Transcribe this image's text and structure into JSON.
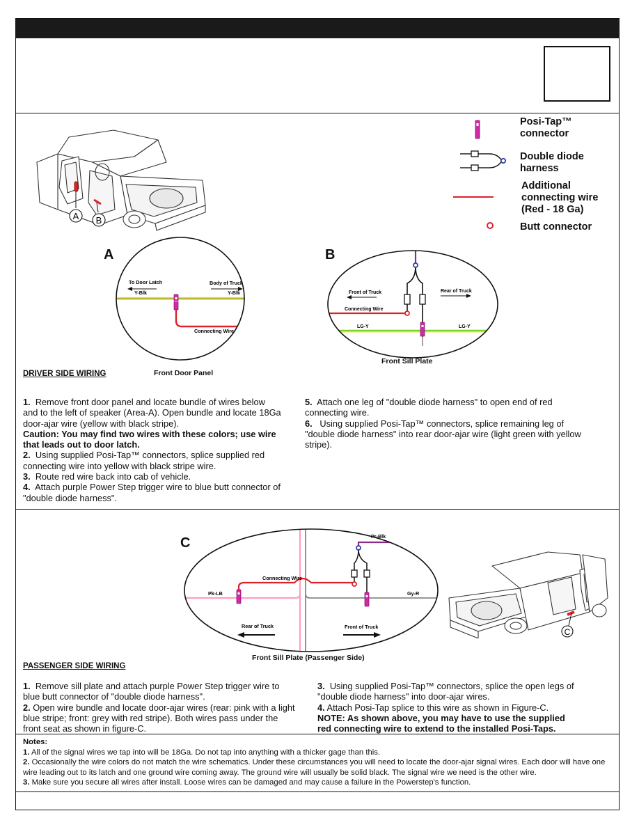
{
  "legend": {
    "posi_tap": [
      "Posi-Tap™",
      "connector"
    ],
    "double_diode": [
      "Double diode",
      "harness"
    ],
    "additional_wire": [
      "Additional",
      "connecting wire",
      "(Red - 18 Ga)"
    ],
    "butt_connector": "Butt connector"
  },
  "truck_labels": {
    "a": "A",
    "b": "B",
    "c": "C"
  },
  "figure_a": {
    "letter": "A",
    "to_door_latch": "To Door Latch",
    "body_of_truck": "Body of Truck",
    "wire_left": "Y-Blk",
    "wire_right": "Y-Blk",
    "connecting_wire": "Connecting Wire",
    "caption": "Front Door Panel"
  },
  "figure_b": {
    "letter": "B",
    "front_of_truck": "Front of Truck",
    "rear_of_truck": "Rear of Truck",
    "connecting_wire": "Connecting Wire",
    "wire_left": "LG-Y",
    "wire_right": "LG-Y",
    "caption": "Front Sill Plate"
  },
  "figure_c": {
    "letter": "C",
    "pr_blk": "Pr-Blk",
    "connecting_wire": "Connecting Wire",
    "pk_lb": "Pk-LB",
    "gy_r": "Gy-R",
    "rear_of_truck": "Rear of Truck",
    "front_of_truck": "Front of Truck",
    "caption": "Front Sill Plate (Passenger Side)"
  },
  "driver": {
    "title": "DRIVER SIDE WIRING",
    "step1_num": "1.",
    "step1": "Remove front door panel and locate bundle of wires below and to the left of speaker (Area-A).  Open bundle and locate 18Ga door-ajar wire (yellow with black stripe).",
    "caution": "Caution: You may find two wires with these colors; use wire that leads out to door latch.",
    "step2_num": "2.",
    "step2": "Using supplied Posi-Tap™ connectors, splice supplied red connecting wire into yellow with black stripe wire.",
    "step3_num": "3.",
    "step3": "Route red wire back into cab of vehicle.",
    "step4_num": "4.",
    "step4": "Attach purple Power Step trigger wire to blue butt connector of \"double diode harness\".",
    "step5_num": "5.",
    "step5": "Attach one leg of \"double diode harness\" to open end of red connecting wire.",
    "step6_num": "6.",
    "step6": "Using supplied Posi-Tap™ connectors, splice remaining leg of \"double diode harness\" into rear door-ajar wire (light green with yellow stripe)."
  },
  "passenger": {
    "title": "PASSENGER SIDE WIRING",
    "step1_num": "1.",
    "step1": "Remove sill plate and attach purple Power Step trigger wire to blue butt connector of \"double diode harness\".",
    "step2_num": "2.",
    "step2": "Open wire bundle and locate door-ajar wires (rear: pink with a light blue stripe; front: grey with red stripe). Both wires pass under the front seat as shown in figure-C.",
    "step3_num": "3.",
    "step3": "Using supplied Posi-Tap™ connectors, splice the open legs of \"double diode harness\" into door-ajar wires.",
    "step4_num": "4.",
    "step4": "Attach Posi-Tap splice to this wire as shown in Figure-C.",
    "note": "NOTE: As shown above, you may have to use the supplied red connecting wire to extend to the installed Posi-Taps."
  },
  "notes": {
    "title": "Notes:",
    "n1_num": "1.",
    "n1": "All of the signal wires we tap into will be 18Ga.  Do not tap into anything with a thicker gage than this.",
    "n2_num": "2.",
    "n2": "Occasionally the wire colors do not match the wire schematics.  Under these circumstances you will need to locate the door-ajar signal wires.  Each door will have one wire leading out to its latch and one ground wire coming away.  The ground wire will usually be solid black.  The signal wire we need is the other wire.",
    "n3_num": "3.",
    "n3": "Make sure you secure all wires after install.  Loose wires can be damaged and may cause a failure in the Powerstep's function."
  },
  "colors": {
    "red_wire": "#e0202a",
    "yellow_wire": "#e8e020",
    "green_wire": "#7ad12a",
    "pink_wire": "#ff9fc0",
    "purple_wire": "#8a2d8a",
    "posi_tap": "#d02aa8",
    "butt_connector": "#e0202a",
    "blue_connector": "#2f3fa0"
  }
}
